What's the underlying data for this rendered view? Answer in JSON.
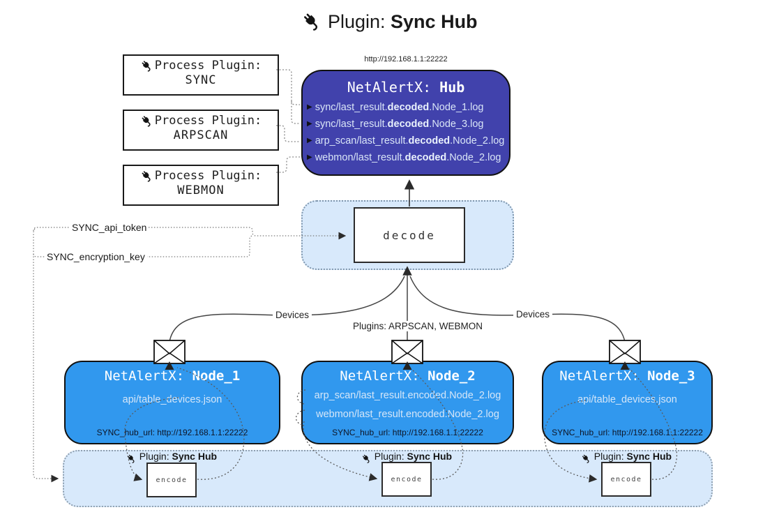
{
  "title": {
    "label": "Plugin:",
    "name": "Sync Hub"
  },
  "hub": {
    "url": "http://192.168.1.1:22222",
    "title_label": "NetAlertX:",
    "title_name": "Hub",
    "logs": [
      {
        "pre": "sync/last_result.",
        "bold": "decoded",
        "post": ".Node_1.log"
      },
      {
        "pre": "sync/last_result.",
        "bold": "decoded",
        "post": ".Node_3.log"
      },
      {
        "pre": "arp_scan/last_result.",
        "bold": "decoded",
        "post": ".Node_2.log"
      },
      {
        "pre": "webmon/last_result.",
        "bold": "decoded",
        "post": ".Node_2.log"
      }
    ]
  },
  "process_plugins": [
    {
      "label": "Process Plugin:",
      "name": "SYNC"
    },
    {
      "label": "Process Plugin:",
      "name": "ARPSCAN"
    },
    {
      "label": "Process Plugin:",
      "name": "WEBMON"
    }
  ],
  "decode_label": "decode",
  "config": {
    "api_token": "SYNC_api_token",
    "encryption_key": "SYNC_encryption_key"
  },
  "edge_labels": {
    "devices_left": "Devices",
    "devices_right": "Devices",
    "plugins_mid": "Plugins: ARPSCAN, WEBMON"
  },
  "nodes": [
    {
      "title_label": "NetAlertX:",
      "title_name": "Node_1",
      "files": [
        "api/table_devices.json"
      ],
      "hub_url": "SYNC_hub_url: http://192.168.1.1:22222"
    },
    {
      "title_label": "NetAlertX:",
      "title_name": "Node_2",
      "files": [
        "arp_scan/last_result.encoded.Node_2.log",
        "webmon/last_result.encoded.Node_2.log"
      ],
      "hub_url": "SYNC_hub_url: http://192.168.1.1:22222"
    },
    {
      "title_label": "NetAlertX:",
      "title_name": "Node_3",
      "files": [
        "api/table_devices.json"
      ],
      "hub_url": "SYNC_hub_url: http://192.168.1.1:22222"
    }
  ],
  "encode_band": {
    "plugin_label": "Plugin:",
    "plugin_name": "Sync Hub",
    "encode_label": "encode"
  },
  "colors": {
    "hub_fill": "#4142ac",
    "node_fill": "#3198ee",
    "panel_fill": "#d8e9fb",
    "hub_text": "#d9e5f7",
    "node_text": "#d5e6f8",
    "line_dark": "#333333",
    "line_dotted": "#777777"
  }
}
